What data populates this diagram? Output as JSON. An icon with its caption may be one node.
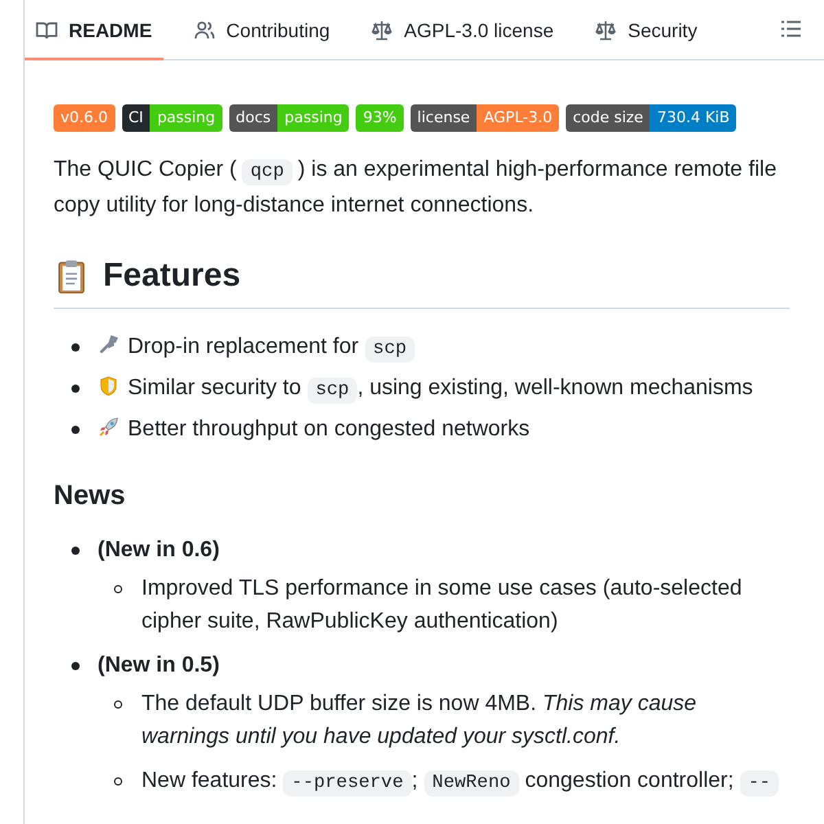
{
  "diagram": {
    "labels": [
      "README",
      "Contributing",
      "AGPL-3.0 license",
      "Security",
      "v0.6.0",
      "CI",
      "passing",
      "docs",
      "passing",
      "93%",
      "license",
      "AGPL-3.0",
      "code size",
      "730.4 KiB",
      "The QUIC Copier (",
      "qcp",
      ") is an experimental high-performance remote file copy utility for long-distance internet connections.",
      "Features",
      "Drop-in replacement for",
      "scp",
      "Similar security to",
      "scp",
      ", using existing, well-known mechanisms",
      "Better throughput on congested networks",
      "News",
      "(New in 0.6)",
      "Improved TLS performance in some use cases (auto-selected cipher suite, RawPublicKey authentication)",
      "(New in 0.5)",
      "The default UDP buffer size is now 4MB. *This may cause warnings until you have updated your sysctl.conf.*",
      "New features:",
      "--preserve",
      ";",
      "NewReno",
      "congestion controller;",
      "--"
    ]
  }
}
